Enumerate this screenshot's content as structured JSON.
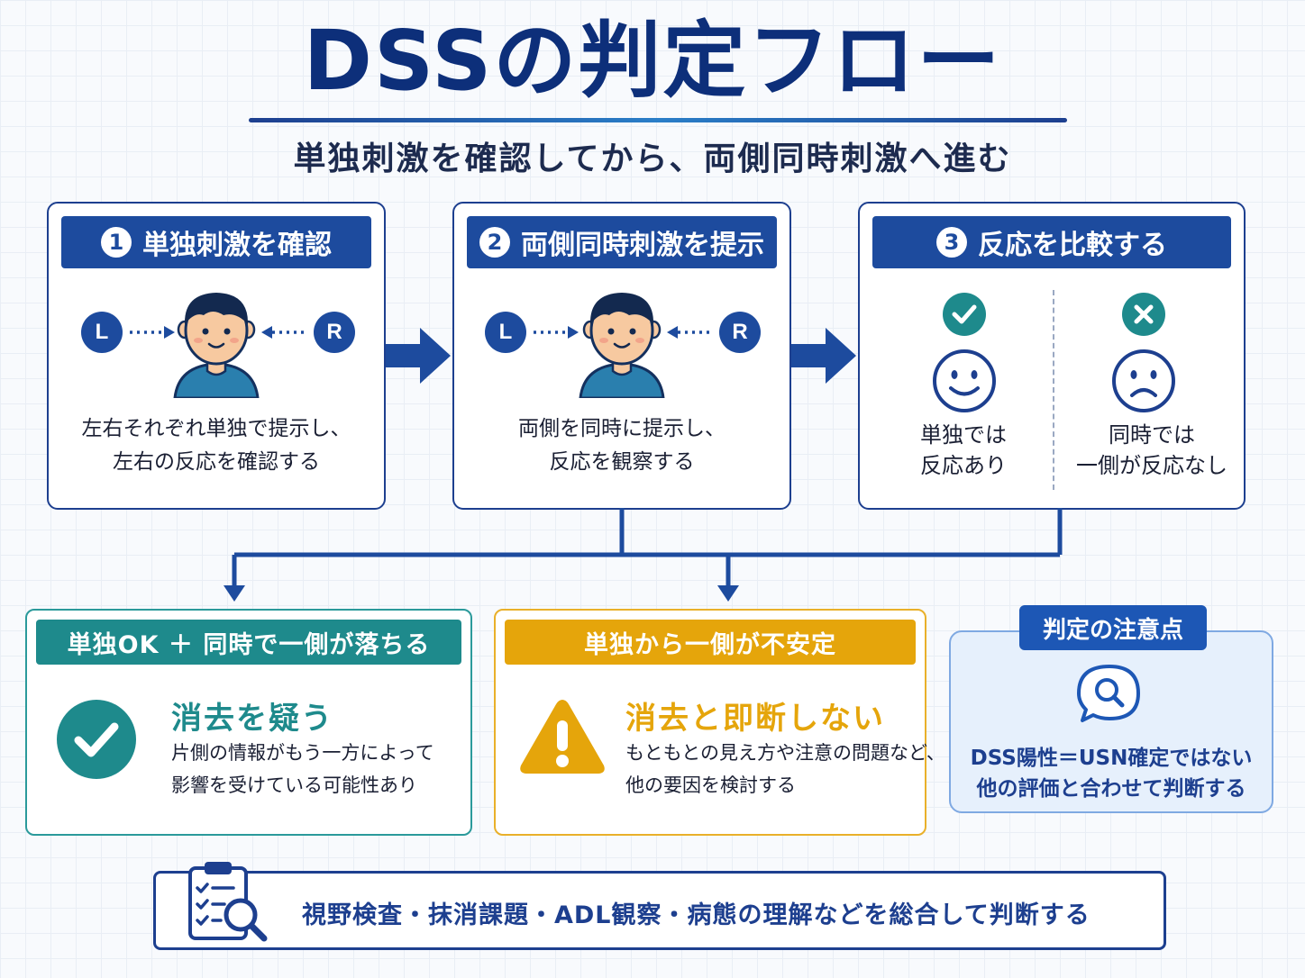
{
  "title": "DSSの判定フロー",
  "subtitle": "単独刺激を確認してから、両側同時刺激へ進む",
  "steps": [
    {
      "num": "1",
      "title": "単独刺激を確認",
      "left_label": "L",
      "right_label": "R",
      "desc": [
        "左右それぞれ単独で提示し、",
        "左右の反応を確認する"
      ]
    },
    {
      "num": "2",
      "title": "両側同時刺激を提示",
      "left_label": "L",
      "right_label": "R",
      "desc": [
        "両側を同時に提示し、",
        "反応を観察する"
      ]
    },
    {
      "num": "3",
      "title": "反応を比較する",
      "ok_label": [
        "単独では",
        "反応あり"
      ],
      "ng_label": [
        "同時では",
        "一側が反応なし"
      ]
    }
  ],
  "outcomes": [
    {
      "header": "単独OK ＋ 同時で一側が落ちる",
      "title": "消去を疑う",
      "text": [
        "片側の情報がもう一方によって",
        "影響を受けている可能性あり"
      ],
      "color": "#1e8a8c",
      "icon": "check-circle-icon"
    },
    {
      "header": "単独から一側が不安定",
      "title": "消去と即断しない",
      "text": [
        "もともとの見え方や注意の問題など、",
        "他の要因を検討する"
      ],
      "color": "#e5a50b",
      "icon": "warning-icon"
    }
  ],
  "note": {
    "tag": "判定の注意点",
    "lines": [
      "DSS陽性＝USN確定ではない",
      "他の評価と合わせて判断する"
    ],
    "icon": "search-bubble-icon"
  },
  "footer": {
    "text": "視野検査・抹消課題・ADL観察・病態の理解などを総合して判断する",
    "icon": "clipboard-search-icon"
  },
  "colors": {
    "navy": "#1d3f8f",
    "accent_blue": "#1d4b9e",
    "teal": "#1e8a8c",
    "amber": "#e5a50b"
  }
}
